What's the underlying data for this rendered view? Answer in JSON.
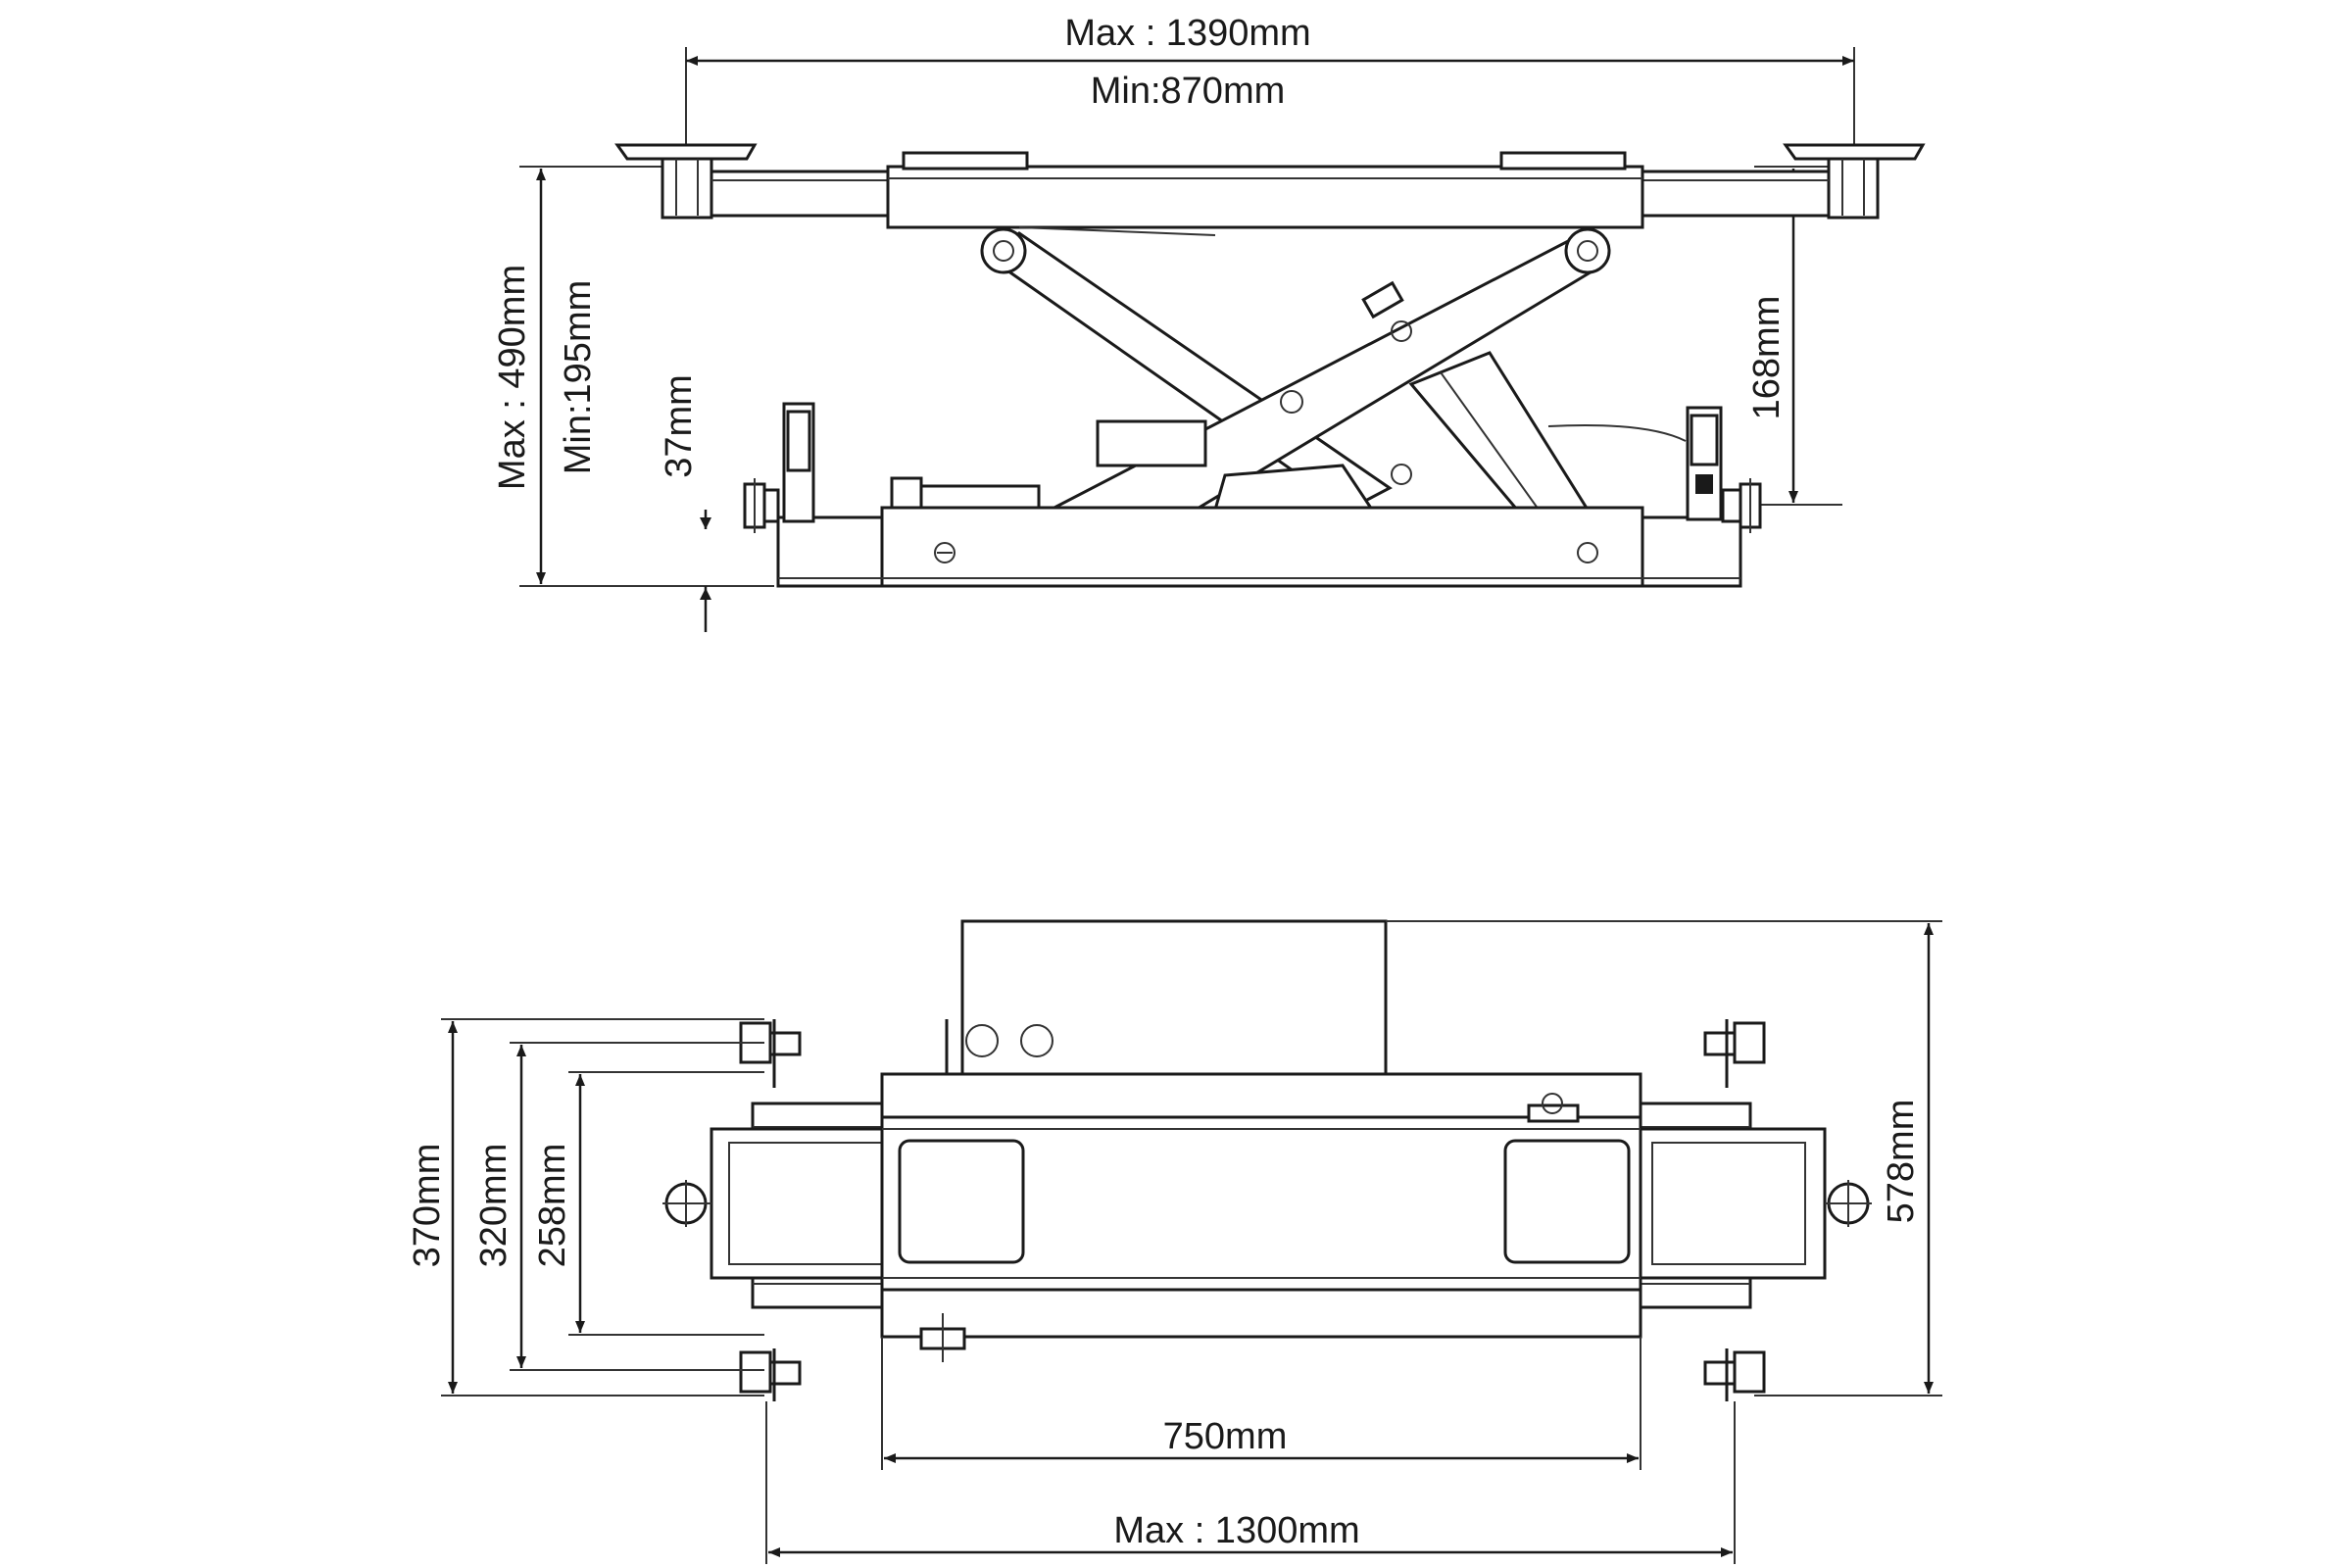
{
  "views": {
    "side": {
      "dimensions": {
        "max_width": "Max : 1390mm",
        "min_width": "Min:870mm",
        "max_height": "Max : 490mm",
        "min_height": "Min:195mm",
        "foot_offset": "37mm",
        "lift_height": "168mm"
      }
    },
    "top": {
      "dimensions": {
        "outer_width": "370mm",
        "mid_width": "320mm",
        "inner_width": "258mm",
        "total_depth": "578mm",
        "frame_length": "750mm",
        "max_length": "Max : 1300mm"
      }
    }
  }
}
